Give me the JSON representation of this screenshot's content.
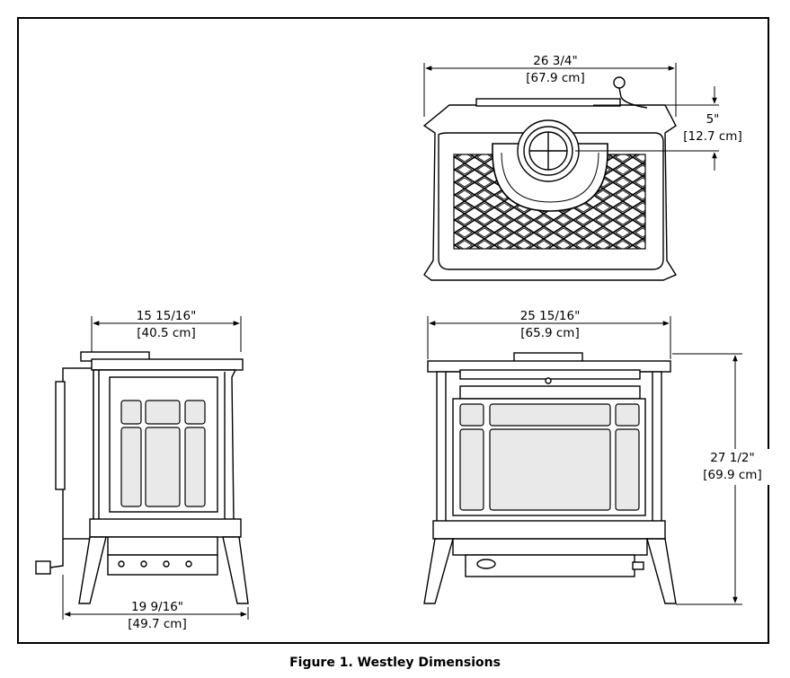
{
  "figure": {
    "caption": "Figure 1.  Westley Dimensions"
  },
  "dimensions": {
    "top_width": {
      "inches": "26 3/4\"",
      "cm": "[67.9 cm]"
    },
    "flue_offset": {
      "inches": "5\"",
      "cm": "[12.7 cm]"
    },
    "side_depth_top": {
      "inches": "15 15/16\"",
      "cm": "[40.5 cm]"
    },
    "side_depth_bottom": {
      "inches": "19 9/16\"",
      "cm": "[49.7 cm]"
    },
    "front_width": {
      "inches": "25 15/16\"",
      "cm": "[65.9 cm]"
    },
    "height": {
      "inches": "27 1/2\"",
      "cm": "[69.9 cm]"
    }
  },
  "colors": {
    "line": "#000000",
    "background": "#ffffff"
  }
}
